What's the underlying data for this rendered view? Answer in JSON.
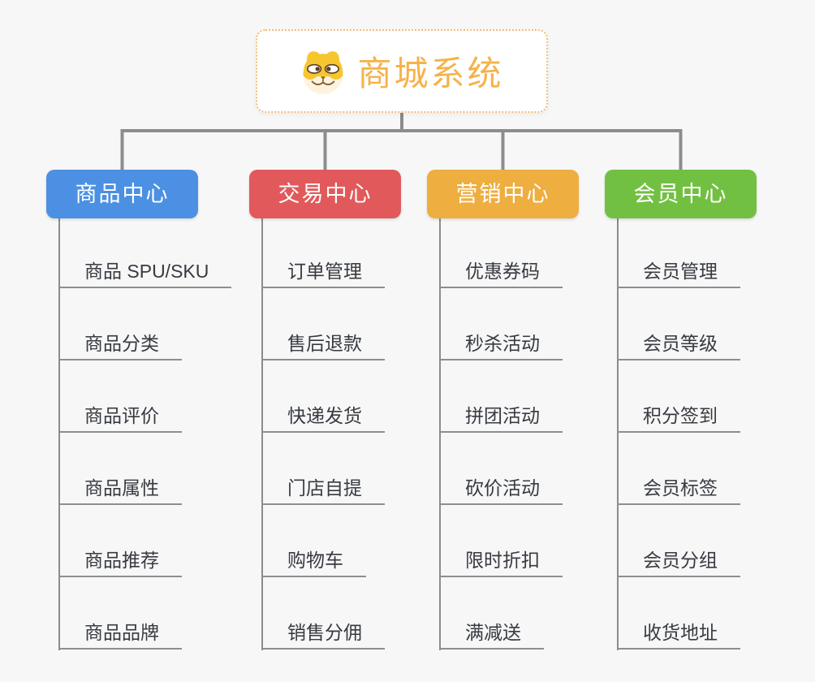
{
  "root": {
    "title": "商城系统",
    "icon": "shiba-dog-icon"
  },
  "branches": [
    {
      "label": "商品中心",
      "color": "#4B90E2",
      "children": [
        "商品 SPU/SKU",
        "商品分类",
        "商品评价",
        "商品属性",
        "商品推荐",
        "商品品牌"
      ]
    },
    {
      "label": "交易中心",
      "color": "#E2595B",
      "children": [
        "订单管理",
        "售后退款",
        "快递发货",
        "门店自提",
        "购物车",
        "销售分佣"
      ]
    },
    {
      "label": "营销中心",
      "color": "#EEAE40",
      "children": [
        "优惠券码",
        "秒杀活动",
        "拼团活动",
        "砍价活动",
        "限时折扣",
        "满减送"
      ]
    },
    {
      "label": "会员中心",
      "color": "#72C041",
      "children": [
        "会员管理",
        "会员等级",
        "积分签到",
        "会员标签",
        "会员分组",
        "收货地址"
      ]
    }
  ],
  "colors": {
    "background": "#F7F7F7",
    "connector_line": "#8C8C8C",
    "leaf_underline": "#8E8E8E",
    "leaf_text": "#373B41",
    "root_text": "#F5B24A",
    "root_border": "#F1BE74"
  }
}
